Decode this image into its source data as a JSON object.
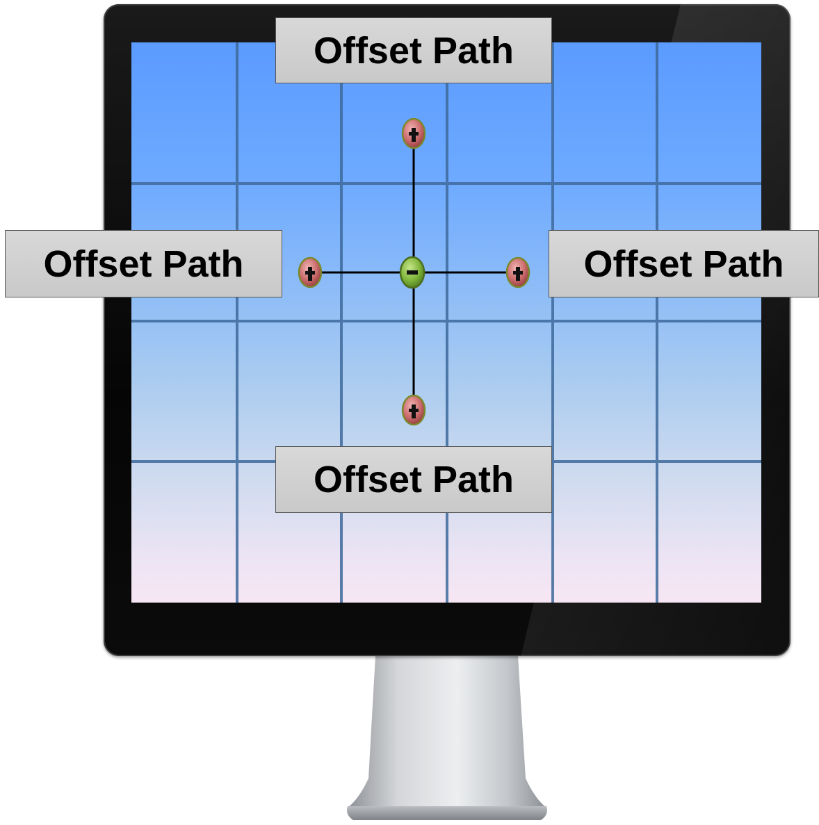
{
  "labels": {
    "top": "Offset Path",
    "left": "Offset Path",
    "right": "Offset Path",
    "bottom": "Offset Path"
  },
  "markers": {
    "center": {
      "symbol": "minus",
      "color": "#7fb43a"
    },
    "ends": {
      "symbol": "plus",
      "color": "#c9696a"
    }
  },
  "colors": {
    "bezel": "#050505",
    "screen_top": "#5b9bff",
    "screen_bottom": "#f7e6f3",
    "grid_line": "#3e6a9c",
    "label_fill": "#d0d0d0"
  }
}
